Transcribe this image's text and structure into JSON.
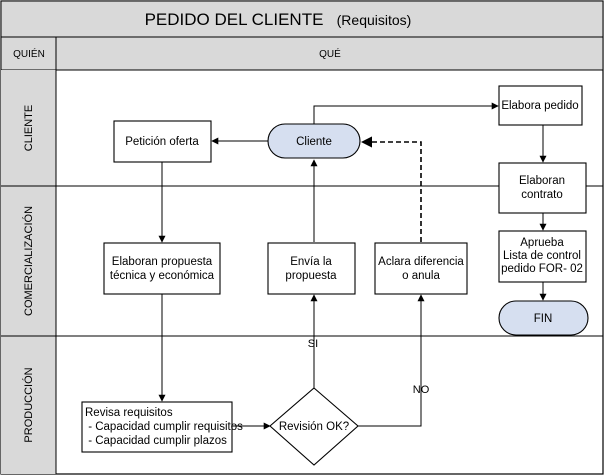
{
  "header": {
    "title": "PEDIDO DEL CLIENTE",
    "subtitle": "(Requisitos)",
    "col_who": "QUIÉN",
    "col_what": "QUÉ"
  },
  "lanes": {
    "cliente": "CLIENTE",
    "comercializacion": "COMERCIALIZACIÓN",
    "produccion": "PRODUCCIÓN"
  },
  "nodes": {
    "peticion": "Petición oferta",
    "cliente": "Cliente",
    "elabora_pedido": "Elabora pedido",
    "elaboran_contrato_1": "Elaboran",
    "elaboran_contrato_2": "contrato",
    "propuesta_1": "Elaboran propuesta",
    "propuesta_2": "técnica  y económica",
    "envia_1": "Envía la",
    "envia_2": "propuesta",
    "aclara_1": "Aclara diferencia",
    "aclara_2": "o anula",
    "aprueba_1": "Aprueba",
    "aprueba_2": "Lista de control",
    "aprueba_3": "pedido FOR- 02",
    "fin": "FIN",
    "revisa_1": "Revisa requisitos",
    "revisa_2": " - Capacidad cumplir requisitos",
    "revisa_3": " - Capacidad cumplir plazos",
    "decision": "Revisión OK?"
  },
  "edge_labels": {
    "si": "SI",
    "no": "NO"
  },
  "colors": {
    "header_bg": "#d9d9d9",
    "lane_bg": "#d9d9d9",
    "terminator_fill": "#d6dff0",
    "border": "#000000"
  }
}
